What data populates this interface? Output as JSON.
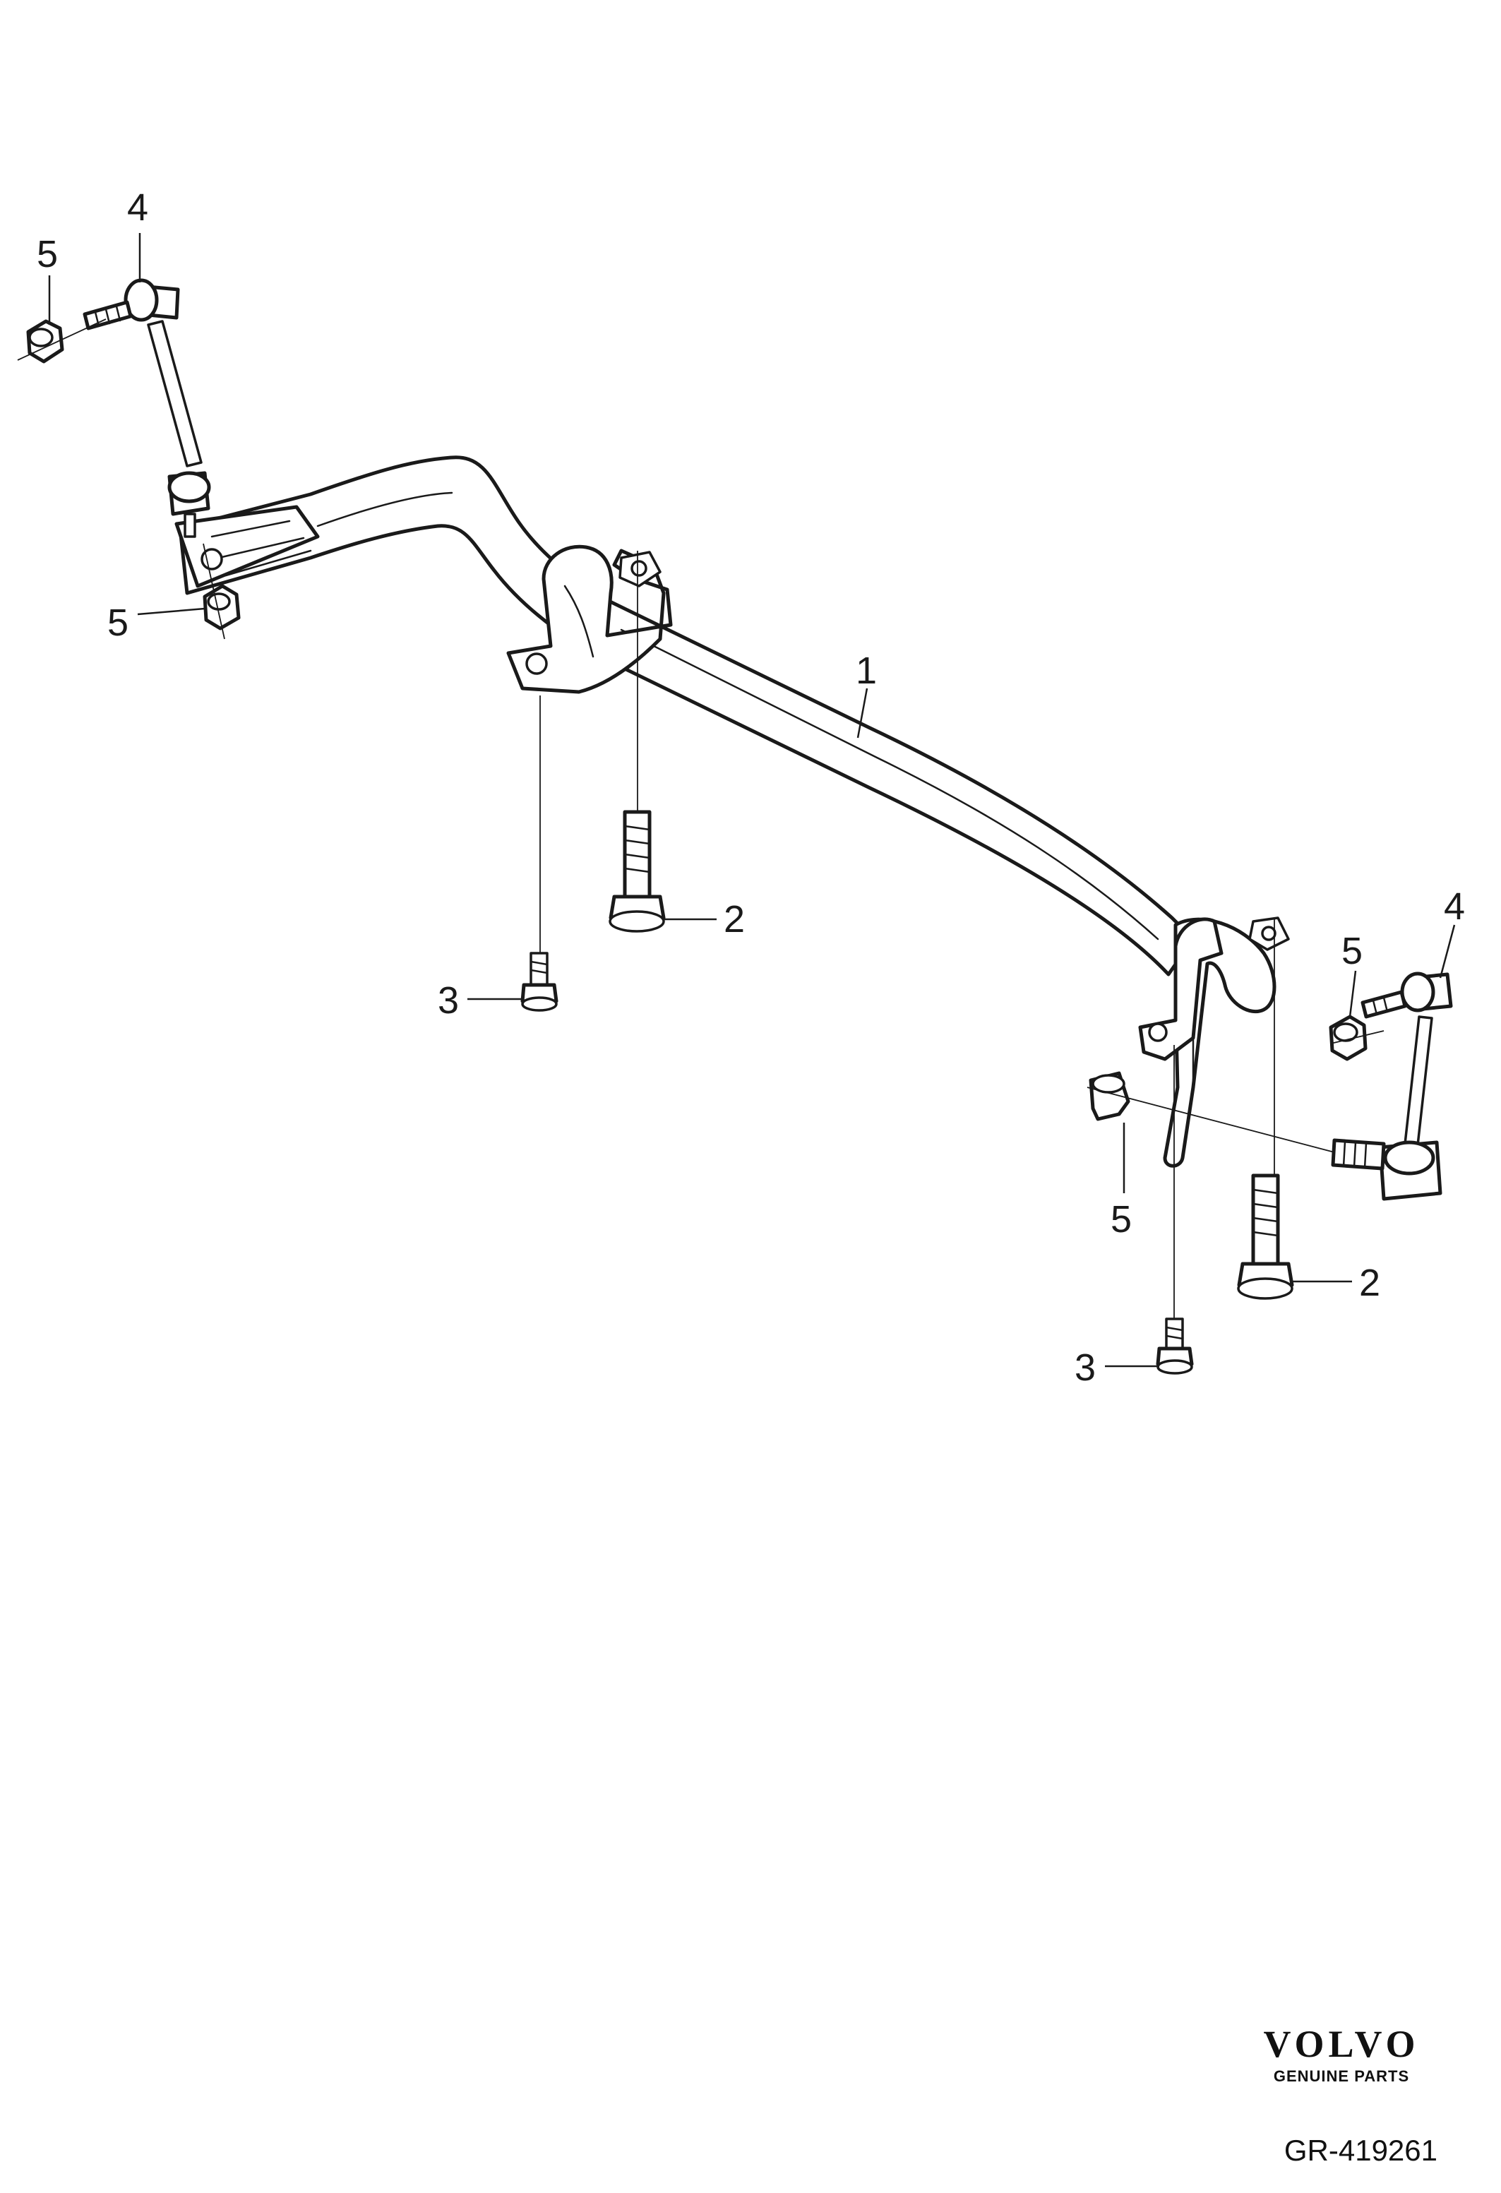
{
  "callouts": {
    "c1": "1",
    "c2_left": "2",
    "c2_right": "2",
    "c3_left": "3",
    "c3_right": "3",
    "c4_left": "4",
    "c4_right": "4",
    "c5_top_left": "5",
    "c5_mid_left": "5",
    "c5_right_upper": "5",
    "c5_right_lower": "5"
  },
  "brand": {
    "logo": "VOLVO",
    "tagline": "GENUINE PARTS"
  },
  "reference_code": "GR-419261"
}
